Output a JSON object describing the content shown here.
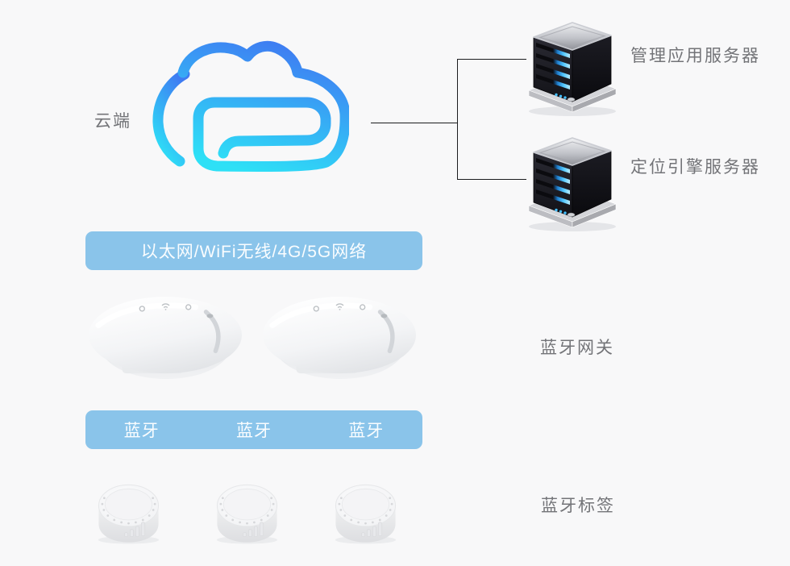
{
  "diagram": {
    "cloud": {
      "label": "云端",
      "icon": "cloud-e-logo-icon"
    },
    "servers": [
      {
        "label": "管理应用服务器",
        "icon": "server-tower-icon"
      },
      {
        "label": "定位引擎服务器",
        "icon": "server-tower-icon"
      }
    ],
    "network_banner": {
      "text": "以太网/WiFi无线/4G/5G网络"
    },
    "bluetooth_banner": {
      "items": [
        "蓝牙",
        "蓝牙",
        "蓝牙"
      ]
    },
    "gateways": {
      "label": "蓝牙网关",
      "count": 2,
      "icon": "bluetooth-gateway-device-icon",
      "top_icons": [
        "power-icon",
        "wifi-icon",
        "bluetooth-icon"
      ]
    },
    "tags": {
      "label": "蓝牙标签",
      "count": 3,
      "icon": "bluetooth-tag-device-icon"
    }
  },
  "colors": {
    "background": "#f8f8f9",
    "banner_blue": "#8ac4ea",
    "banner_text": "#ffffff",
    "label_gray": "#737478",
    "cloud_gradient_cyan": "#2ee0f6",
    "cloud_gradient_blue": "#3f7bf2",
    "connector_line": "#1b1c1e",
    "server_led_blue": "#55c9ff",
    "device_white": "#f2f3f5"
  }
}
